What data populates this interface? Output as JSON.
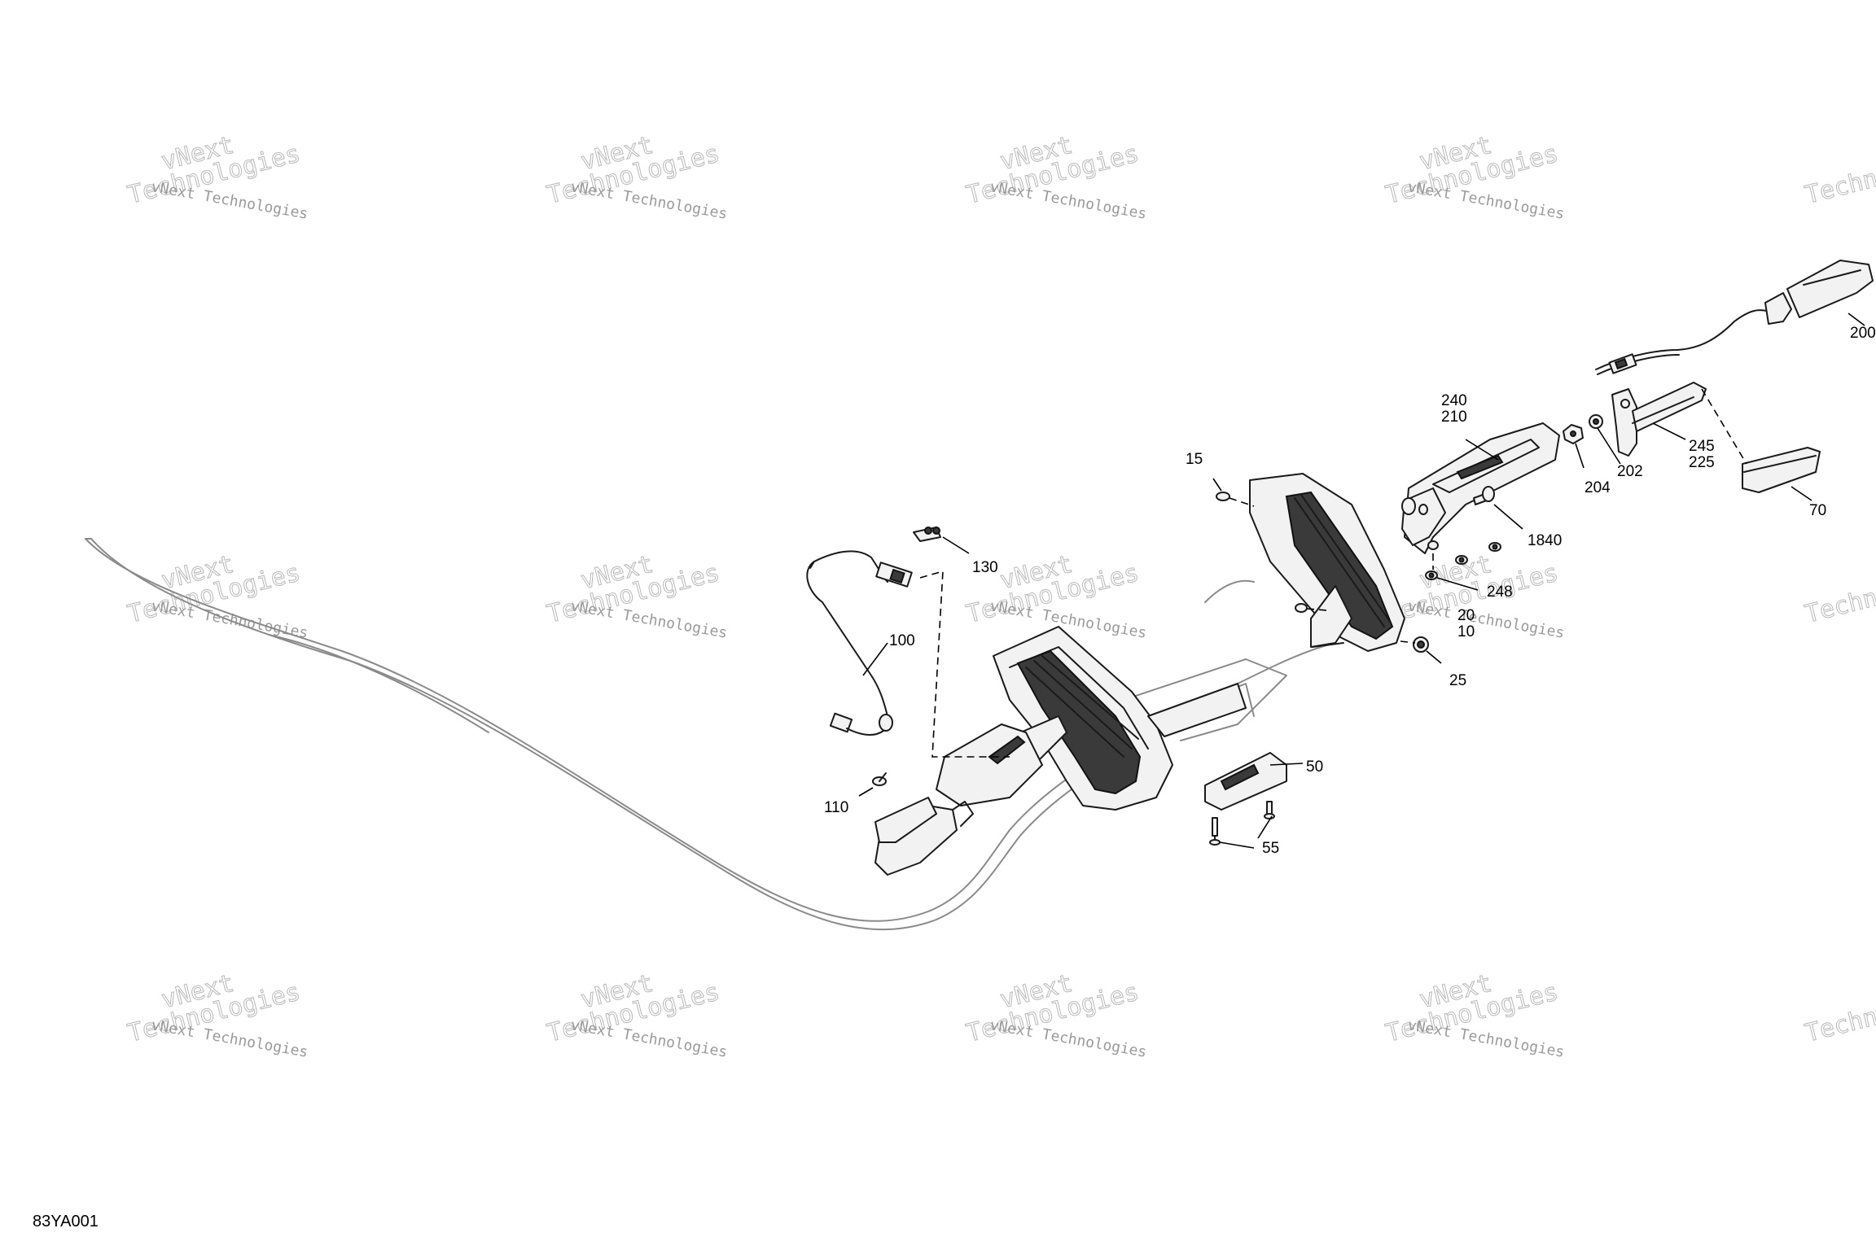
{
  "figure_id": "83YA001",
  "watermark": {
    "line1": "vNext Technologies",
    "line2": "vNext",
    "line3": "Technologies"
  },
  "callouts": {
    "c15": "15",
    "c200": "200",
    "c240": "240",
    "c210": "210",
    "c204": "204",
    "c202": "202",
    "c245": "245",
    "c225": "225",
    "c70": "70",
    "c1840": "1840",
    "c248": "248",
    "c20": "20",
    "c10": "10",
    "c25": "25",
    "c130": "130",
    "c100": "100",
    "c110": "110",
    "c50": "50",
    "c55": "55"
  }
}
